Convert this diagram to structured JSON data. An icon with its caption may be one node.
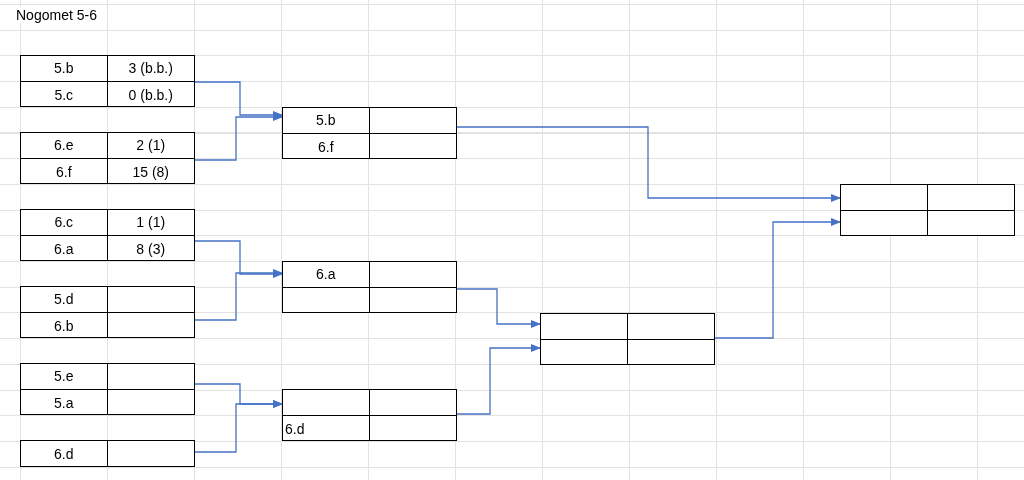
{
  "diagram": {
    "title": "Nogomet 5-6",
    "nodes": [
      {
        "text": [
          "5.b",
          "3 (b.b.)",
          "5.c",
          "0 (b.b.)"
        ]
      },
      {
        "text": [
          "6.e",
          "2 (1)",
          "6.f",
          "15 (8)"
        ]
      },
      {
        "text": [
          "6.c",
          "1 (1)",
          "6.a",
          "8 (3)"
        ]
      },
      {
        "text": [
          "5.d",
          "6.b"
        ]
      },
      {
        "text": [
          "5.e",
          "5.a"
        ]
      },
      {
        "text": [
          "6.d"
        ]
      },
      {
        "text": [
          "5.b",
          "6.f"
        ]
      },
      {
        "text": [
          "6.a"
        ]
      },
      {
        "text": [
          "6.d"
        ]
      },
      {
        "text": [],
        "shape": "table"
      },
      {
        "text": [],
        "shape": "table"
      }
    ],
    "edges": [
      {
        "from": 0,
        "to": 6,
        "arrow": "to"
      },
      {
        "from": 1,
        "to": 6,
        "arrow": "to"
      },
      {
        "from": 2,
        "to": 7,
        "arrow": "to"
      },
      {
        "from": 3,
        "to": 7,
        "arrow": "to"
      },
      {
        "from": 4,
        "to": 8,
        "arrow": "to"
      },
      {
        "from": 5,
        "to": 8,
        "arrow": "to"
      },
      {
        "from": 6,
        "to": 10,
        "arrow": "to"
      },
      {
        "from": 7,
        "to": 9,
        "arrow": "to"
      },
      {
        "from": 8,
        "to": 9,
        "arrow": "to"
      },
      {
        "from": 9,
        "to": 10,
        "arrow": "to"
      }
    ]
  }
}
